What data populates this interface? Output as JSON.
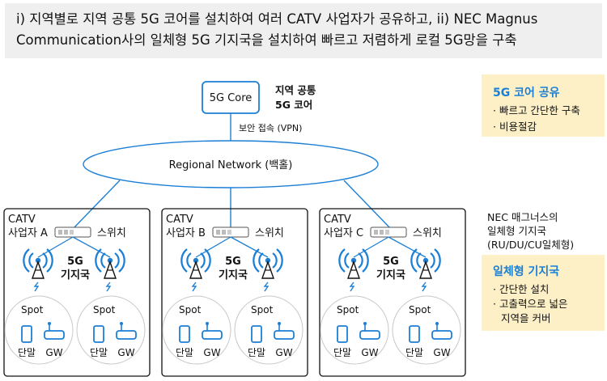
{
  "header": {
    "line1": "i) 지역별로 지역 공통 5G 코어를 설치하여 여러 CATV 사업자가 공유하고, ii) NEC Magnus",
    "line2": "Communication사의 일체형 5G 기지국을 설치하여 빠르고 저렴하게 로컬 5G망을 구축"
  },
  "core": {
    "label": "5G Core",
    "desc_line1": "지역 공통",
    "desc_line2": "5G 코어"
  },
  "vpn_label": "보안 접속 (VPN)",
  "network_label": "Regional Network (백홀)",
  "catv": [
    {
      "line1": "CATV",
      "line2": "사업자 A",
      "switch": "스위치",
      "bs_line1": "5G",
      "bs_line2": "기지국",
      "spot1": "Spot",
      "spot2": "Spot",
      "device": "단말",
      "gw": "GW"
    },
    {
      "line1": "CATV",
      "line2": "사업자 B",
      "switch": "스위치",
      "bs_line1": "5G",
      "bs_line2": "기지국",
      "spot1": "Spot",
      "spot2": "Spot",
      "device": "단말",
      "gw": "GW"
    },
    {
      "line1": "CATV",
      "line2": "사업자 C",
      "switch": "스위치",
      "bs_line1": "5G",
      "bs_line2": "기지국",
      "spot1": "Spot",
      "spot2": "Spot",
      "device": "단말",
      "gw": "GW"
    }
  ],
  "core_box": {
    "title": "5G 코어 공유",
    "items": [
      "빠르고 간단한 구축",
      "비용절감"
    ]
  },
  "nec_note": {
    "line1": "NEC 매그너스의",
    "line2": "일체형 기지국",
    "line3": "(RU/DU/CU일체형)"
  },
  "bs_box": {
    "title": "일체형 기지국",
    "items": [
      "간단한 설치",
      "고출력으로 넓은",
      "지역을 커버"
    ]
  },
  "colors": {
    "accent": "#1c7fd6",
    "panel": "#fdf0c6",
    "header_bg": "#efefef"
  }
}
